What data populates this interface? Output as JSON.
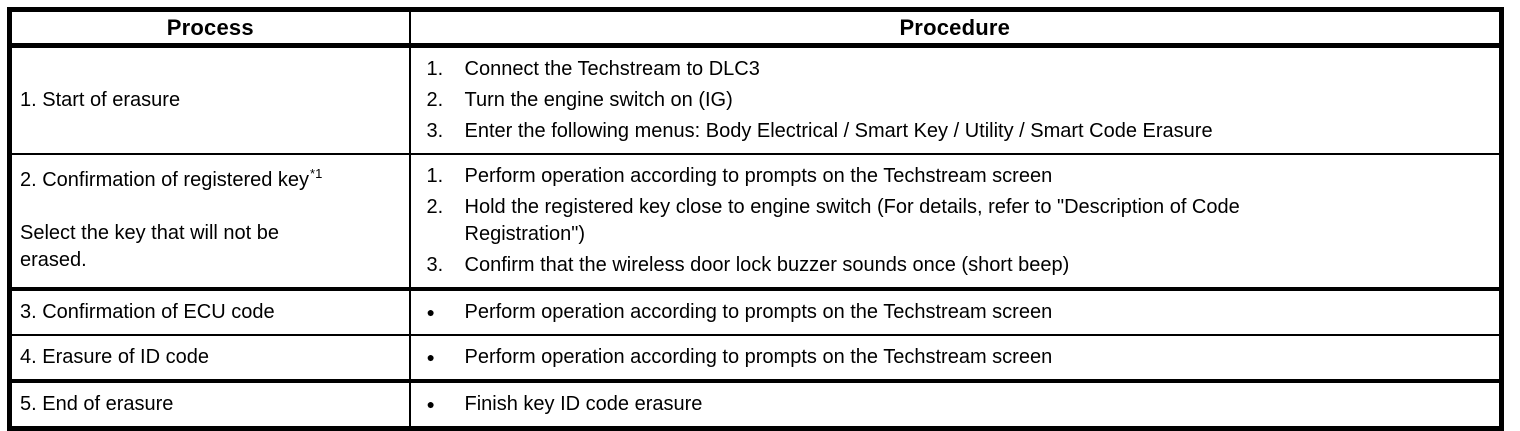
{
  "page": {
    "background_color": "#ffffff",
    "text_color": "#000000",
    "border_color": "#000000"
  },
  "table": {
    "columns": [
      "Process",
      "Procedure"
    ],
    "rows": [
      {
        "process": "1. Start of erasure",
        "list_style": "numbered",
        "items": [
          {
            "marker": "1.",
            "text": "Connect the Techstream to DLC3"
          },
          {
            "marker": "2.",
            "text": "Turn the engine switch on (IG)"
          },
          {
            "marker": "3.",
            "text": "Enter the following menus: Body Electrical / Smart Key / Utility / Smart Code Erasure"
          }
        ]
      },
      {
        "process": "2. Confirmation of registered key",
        "process_superscript": "*1",
        "process_note_lines": [
          "Select the key that will not be",
          "erased."
        ],
        "list_style": "numbered",
        "items": [
          {
            "marker": "1.",
            "text": "Perform operation according to prompts on the Techstream screen"
          },
          {
            "marker": "2.",
            "text": "Hold the registered key close to engine switch (For details, refer to \"Description of Code Registration\")"
          },
          {
            "marker": "3.",
            "text": "Confirm that the wireless door lock buzzer sounds once (short beep)"
          }
        ]
      },
      {
        "process": "3. Confirmation of ECU code",
        "list_style": "bullet",
        "items": [
          {
            "marker": "●",
            "text": "Perform operation according to prompts on the Techstream screen"
          }
        ]
      },
      {
        "process": "4. Erasure of ID code",
        "list_style": "bullet",
        "items": [
          {
            "marker": "●",
            "text": "Perform operation according to prompts on the Techstream screen"
          }
        ]
      },
      {
        "process": "5. End of erasure",
        "list_style": "bullet",
        "items": [
          {
            "marker": "●",
            "text": "Finish key ID code erasure"
          }
        ]
      }
    ]
  }
}
